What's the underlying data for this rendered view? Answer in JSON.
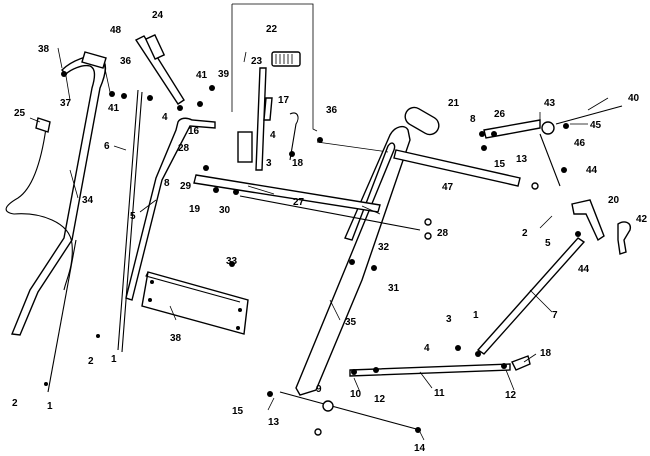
{
  "diagram": {
    "labels": [
      "1",
      "2",
      "3",
      "4",
      "5",
      "6",
      "7",
      "8",
      "9",
      "10",
      "11",
      "12",
      "13",
      "14",
      "15",
      "16",
      "17",
      "18",
      "19",
      "20",
      "21",
      "22",
      "23",
      "24",
      "25",
      "26",
      "27",
      "28",
      "29",
      "30",
      "31",
      "32",
      "33",
      "34",
      "35",
      "36",
      "37",
      "38",
      "39",
      "40",
      "41",
      "42",
      "43",
      "44",
      "45",
      "46",
      "47",
      "48"
    ],
    "colors": {
      "ink": "#000000",
      "paper": "#ffffff"
    }
  }
}
